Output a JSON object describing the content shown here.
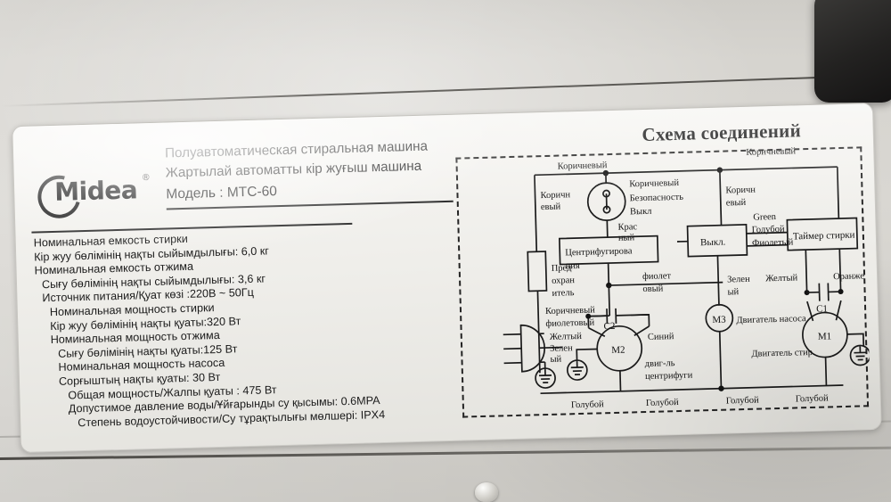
{
  "photo": {
    "subject": "semi-automatic washing machine rating label",
    "dark_object_name": "dark-object-top-right"
  },
  "label": {
    "brand": "Midea",
    "brand_mark": "®",
    "header": {
      "line_ru": "Полуавтоматическая стиральная машина",
      "line_kk": "Жартылай автоматты кір жуғыш машина",
      "model": "Модель : MTC-60"
    },
    "specs": [
      {
        "indent": 0,
        "text": "Номинальная емкость стирки"
      },
      {
        "indent": 0,
        "text": "Кір жуу бөлімінің нақты сыйымдылығы: 6,0 кг"
      },
      {
        "indent": 0,
        "text": "Номинальная емкость отжима"
      },
      {
        "indent": 1,
        "text": "Сығу бөлімінің нақты сыйымдылығы: 3,6 кг"
      },
      {
        "indent": 1,
        "text": "Источник питания/Қуат көзі :220В ~ 50Гц"
      },
      {
        "indent": 2,
        "text": "Номинальная мощность стирки"
      },
      {
        "indent": 2,
        "text": "Кір жуу бөлімінің нақты қуаты:320 Вт"
      },
      {
        "indent": 2,
        "text": "Номинальная мощность отжима"
      },
      {
        "indent": 3,
        "text": "Сығу бөлімінің нақты қуаты:125 Вт"
      },
      {
        "indent": 3,
        "text": "Номинальная мощность насоса"
      },
      {
        "indent": 3,
        "text": "Сорғыштың нақты қуаты: 30 Вт"
      },
      {
        "indent": 4,
        "text": "Общая мощность/Жалпы қуаты : 475 Вт"
      },
      {
        "indent": 4,
        "text": "Допустимое давление воды/Ұйғарынды су қысымы:  0.6MPA"
      },
      {
        "indent": 5,
        "text": "Степень водоустойчивости/Су тұрақтылығы мөлшері: IPX4"
      }
    ]
  },
  "diagram": {
    "title": "Схема соединений",
    "labels": {
      "brown_top_left": "Коричневый",
      "brown_top_right": "Коричневый",
      "brown_left_vertical": "Коричн\nевый",
      "safety_switch": "Коричневый\nБезопасность\nВыкл",
      "red": "Крас\nный",
      "centrifuge_box": "Центрифугирова\nния",
      "fuse": "Пред\nохран\nитель",
      "brown_violet": "Коричневый\nфиолетовый",
      "violet_wire": "фиолет\nовый",
      "yellow_green": "Желтый\nЗелен\nый",
      "blue_bottom_left": "Голубой",
      "capacitor_c2": "C2",
      "motor_m2": "M2",
      "blue_synij": "Синий",
      "centrifuge_motor": "двиг-ль\nцентрифуги",
      "blue_bottom_mid": "Голубой",
      "brown_right_vertical": "Коричн\nевый",
      "switch_box": "Выкл.",
      "green_en": "Green",
      "blue_goluboy": "Голубой",
      "violet_fmoletij": "Фиолетый",
      "timer_box": "Таймер стирки",
      "green_ru": "Зелен\nый",
      "motor_m3": "M3",
      "pump_motor": "Двигатель насоса",
      "yellow": "Желтый",
      "orange": "Оранже",
      "capacitor_c1": "C1",
      "motor_m1": "M1",
      "wash_motor": "Двигатель стир.",
      "blue_bottom_m3": "Голубой",
      "blue_bottom_m1": "Голубой"
    }
  },
  "colors": {
    "label_bg": "#f2f1ed",
    "ink": "#1b1b1b",
    "machine_body": "#d6d4cf",
    "dark_object": "#232221"
  }
}
